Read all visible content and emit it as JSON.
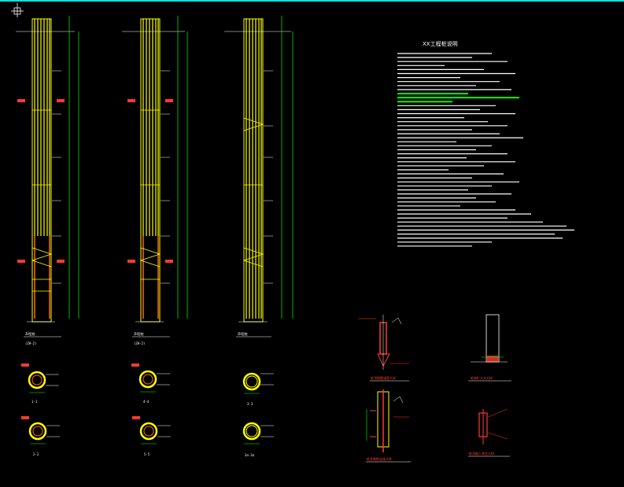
{
  "notes": {
    "title": "XX工程桩说明"
  },
  "piles": [
    {
      "name": "ZH型桩",
      "sub": "(ZH-2)"
    },
    {
      "name": "ZH型桩",
      "sub": "(ZH-2)"
    },
    {
      "name": "ZH型桩",
      "sub": ""
    }
  ],
  "sections": [
    {
      "label": "1-1"
    },
    {
      "label": "4-4"
    },
    {
      "label": "3-3"
    },
    {
      "label": "2-2"
    },
    {
      "label": "5-5"
    },
    {
      "label": "3a-3a"
    }
  ],
  "details": [
    {
      "label": "桩顶钢筋锚固大样"
    },
    {
      "label": "桩底扩大头大样"
    },
    {
      "label": "桩身钢筋连接大样"
    },
    {
      "label": "桩顶嵌入承台大样"
    }
  ],
  "colors": {
    "background": "#000000",
    "rebar": "#ffff00",
    "dimension": "#00ff00",
    "annotation": "#ff3b30",
    "text": "#ffffff",
    "border": "#00e5e5"
  }
}
